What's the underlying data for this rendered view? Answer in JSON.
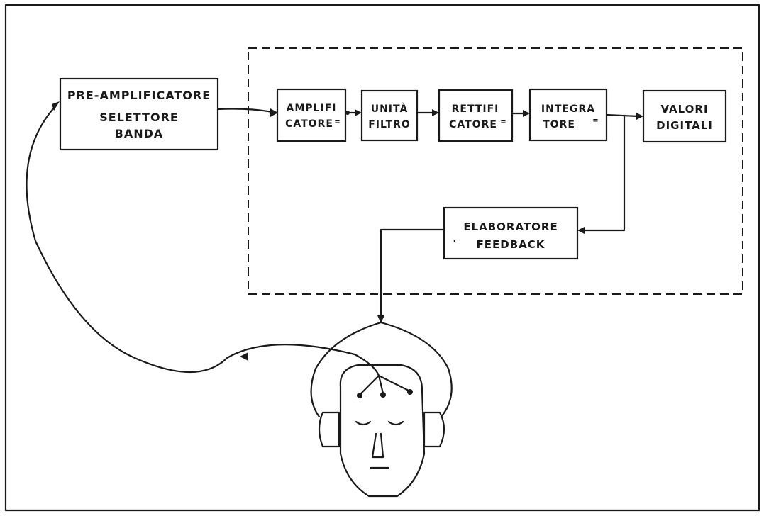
{
  "blocks": {
    "preamp": {
      "line1": "PRE-AMPLIFICATORE",
      "line2": "SELETTORE",
      "line3": "BANDA"
    },
    "amplifier": {
      "line1": "AMPLIFI",
      "line2": "CATORE"
    },
    "filter": {
      "line1": "UNITÀ",
      "line2": "FILTRO"
    },
    "rectifier": {
      "line1": "RETTIFI",
      "line2": "CATORE"
    },
    "integrator": {
      "line1": "INTEGRA",
      "line2": "TORE"
    },
    "digital": {
      "line1": "VALORI",
      "line2": "DIGITALI"
    },
    "feedback": {
      "line1": "ELABORATORE",
      "line2": "FEEDBACK"
    }
  }
}
